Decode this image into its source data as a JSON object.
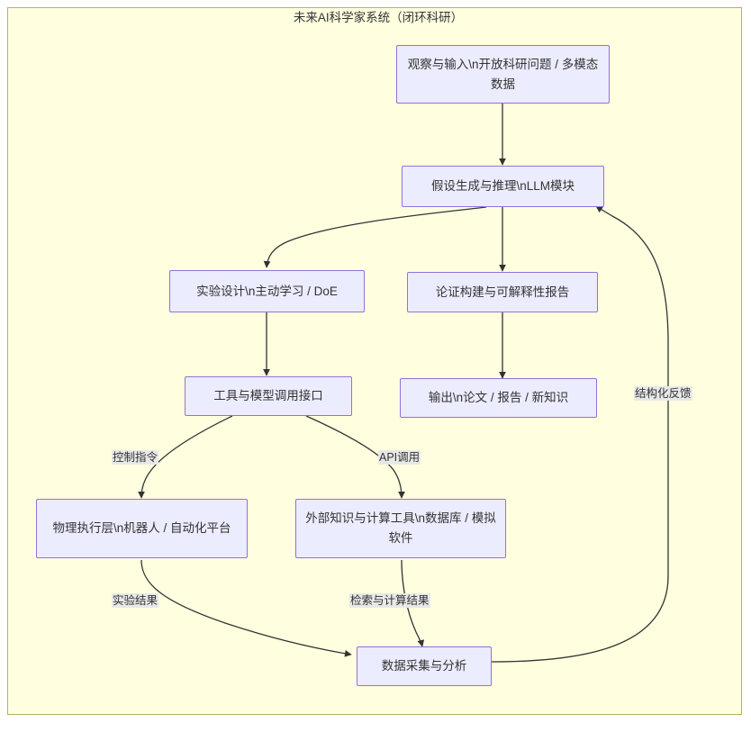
{
  "diagram": {
    "title": "未来AI科学家系统（闭环科研）",
    "background_color": "#ffffe0",
    "border_color": "#aeb75b",
    "node_fill": "#ececff",
    "node_stroke": "#9370db",
    "edge_color": "#333333",
    "edge_label_bg": "#e8e8e8"
  },
  "nodes": [
    {
      "id": "observation",
      "label": "观察与输入\\n开放科研问题 / 多模态数据"
    },
    {
      "id": "hypothesis",
      "label": "假设生成与推理\\nLLM模块"
    },
    {
      "id": "experiment_design",
      "label": "实验设计\\n主动学习 / DoE"
    },
    {
      "id": "argumentation",
      "label": "论证构建与可解释性报告"
    },
    {
      "id": "tool_interface",
      "label": "工具与模型调用接口"
    },
    {
      "id": "output",
      "label": "输出\\n论文 / 报告 / 新知识"
    },
    {
      "id": "physical_layer",
      "label": "物理执行层\\n机器人 / 自动化平台"
    },
    {
      "id": "external_tools",
      "label": "外部知识与计算工具\\n数据库 / 模拟软件"
    },
    {
      "id": "data_analysis",
      "label": "数据采集与分析"
    }
  ],
  "edges": [
    {
      "from": "observation",
      "to": "hypothesis",
      "label": ""
    },
    {
      "from": "hypothesis",
      "to": "experiment_design",
      "label": ""
    },
    {
      "from": "hypothesis",
      "to": "argumentation",
      "label": ""
    },
    {
      "from": "experiment_design",
      "to": "tool_interface",
      "label": ""
    },
    {
      "from": "argumentation",
      "to": "output",
      "label": ""
    },
    {
      "from": "tool_interface",
      "to": "physical_layer",
      "label": "控制指令"
    },
    {
      "from": "tool_interface",
      "to": "external_tools",
      "label": "API调用"
    },
    {
      "from": "physical_layer",
      "to": "data_analysis",
      "label": "实验结果"
    },
    {
      "from": "external_tools",
      "to": "data_analysis",
      "label": "检索与计算结果"
    },
    {
      "from": "data_analysis",
      "to": "hypothesis",
      "label": "结构化反馈"
    }
  ],
  "edge_labels": {
    "control_command": "控制指令",
    "api_call": "API调用",
    "experiment_result": "实验结果",
    "search_compute_result": "检索与计算结果",
    "structured_feedback": "结构化反馈"
  }
}
